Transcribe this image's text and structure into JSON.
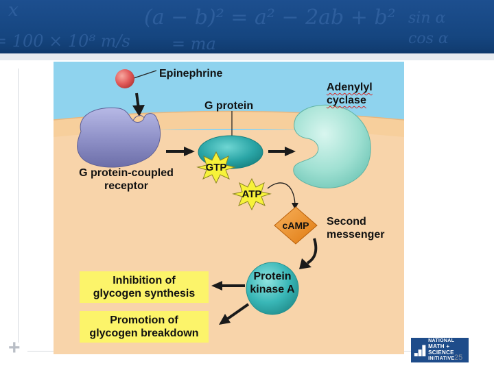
{
  "banner": {
    "formulas": [
      "(a − b)² = a² − 2ab + b²",
      "sin α",
      "cos α",
      "= 100 × 10⁸ m/s",
      "= ma",
      "x"
    ]
  },
  "diagram": {
    "ligand_label": "Epinephrine",
    "g_protein_label": "G protein",
    "adenylyl_cyclase_label_line1": "Adenylyl",
    "adenylyl_cyclase_label_line2": "cyclase",
    "receptor_label_line1": "G protein-coupled",
    "receptor_label_line2": "receptor",
    "gtp_label": "GTP",
    "atp_label": "ATP",
    "camp_label": "cAMP",
    "second_messenger_line1": "Second",
    "second_messenger_line2": "messenger",
    "pka_label_line1": "Protein",
    "pka_label_line2": "kinase A",
    "outcome_1_line1": "Inhibition of",
    "outcome_1_line2": "glycogen synthesis",
    "outcome_2_line1": "Promotion of",
    "outcome_2_line2": "glycogen breakdown"
  },
  "footer": {
    "page_number": "25",
    "logo_line1": "NATIONAL",
    "logo_line2": "MATH + SCIENCE",
    "logo_line3": "INITIATIVE"
  },
  "colors": {
    "extracellular": "#8fd3ee",
    "membrane": "#f7cf9c",
    "cytoplasm": "#f8d4aa",
    "receptor": "#8d8fc6",
    "g_protein": "#2aa5a6",
    "adenylyl_cyclase": "#9fe0d2",
    "pka": "#39b7b7",
    "camp": "#f08a1c",
    "star": "#f7f23a",
    "ligand": "#e25a5a",
    "outcome_box": "#fcf46a"
  }
}
